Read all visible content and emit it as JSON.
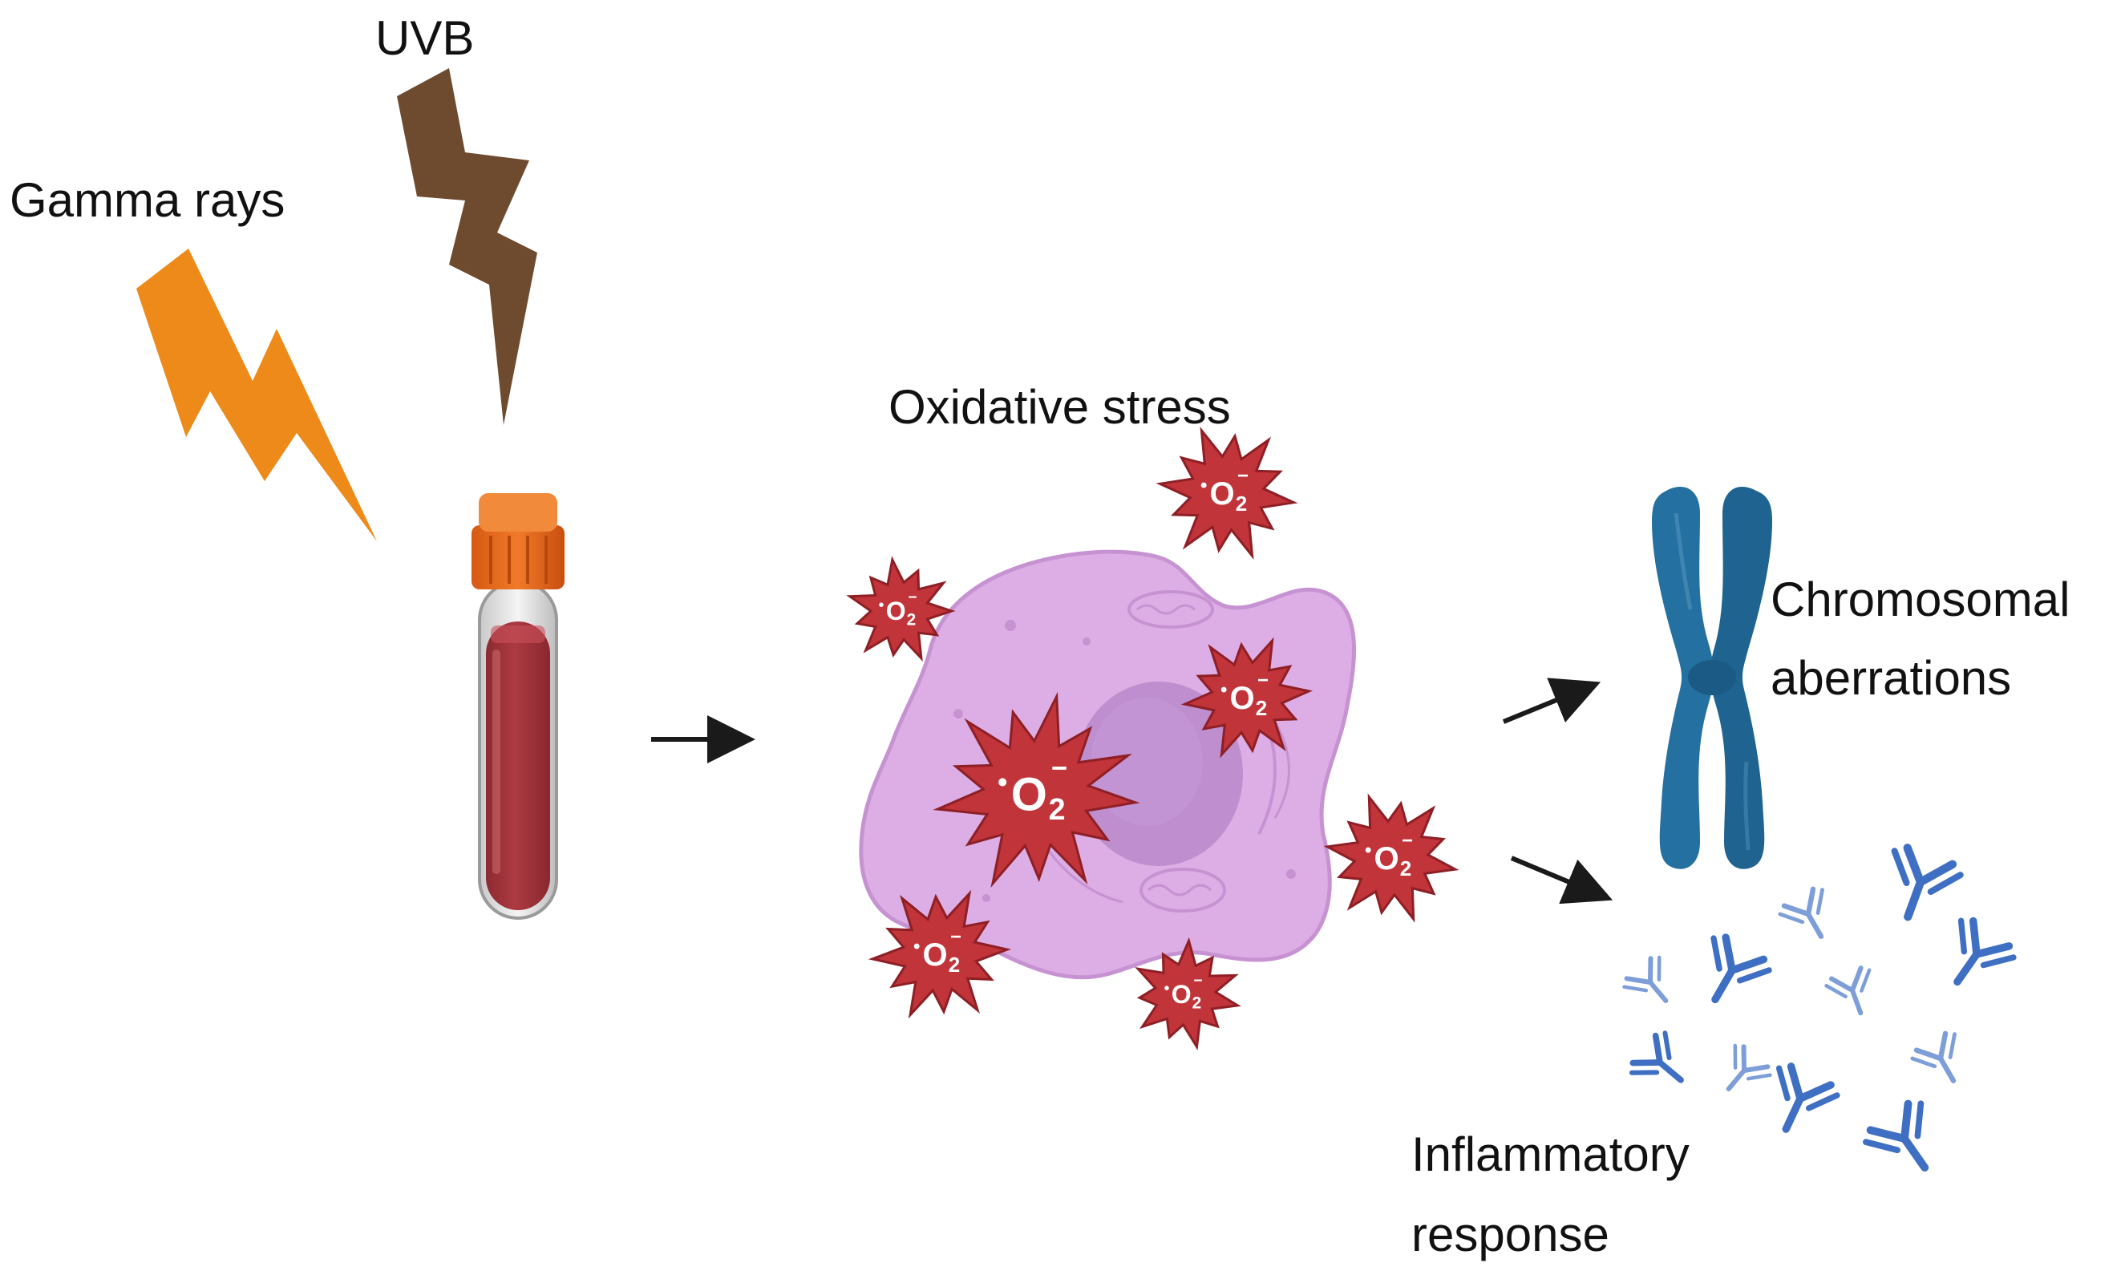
{
  "labels": {
    "gamma": "Gamma rays",
    "uvb": "UVB",
    "oxidative": "Oxidative stress",
    "chromosomal_1": "Chromosomal",
    "chromosomal_2": "aberrations",
    "inflammatory_1": "Inflammatory",
    "inflammatory_2": "response"
  },
  "ros": {
    "dot": "•",
    "symbol": "O",
    "subscript": "2",
    "charge": "−"
  },
  "icons": [
    "gamma-ray-bolt-icon",
    "uvb-bolt-icon",
    "blood-tube-icon",
    "arrow-icon",
    "cell-icon",
    "superoxide-radical-icon",
    "chromosome-icon",
    "antibody-icon"
  ],
  "colors": {
    "gamma": "#ED8A19",
    "uvb": "#6E4A2F",
    "tube_cap": "#E86A1A",
    "blood": "#A8343C",
    "cell": "#D9A9E0",
    "nucleus": "#B98ACB",
    "ros": "#C0343A",
    "chromosome": "#2470A0",
    "antibody": "#3F6FC2",
    "arrow": "#1a1a1a"
  }
}
